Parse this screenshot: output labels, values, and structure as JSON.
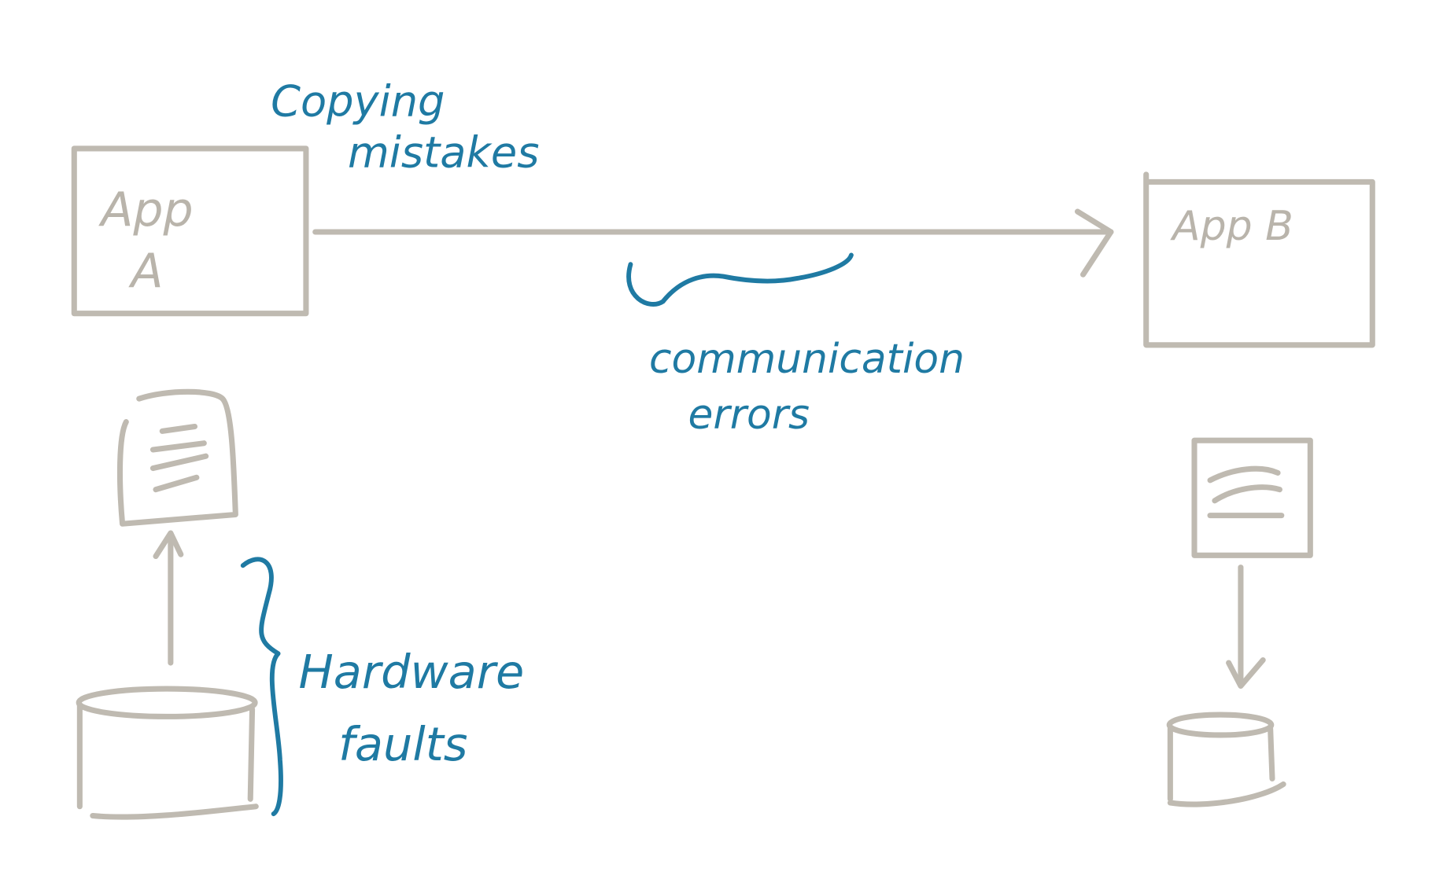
{
  "diagram": {
    "nodes": {
      "app_a": {
        "label": "App A"
      },
      "app_b": {
        "label": "App B"
      }
    },
    "annotations": {
      "copying": [
        "Copying",
        "mistakes"
      ],
      "communication": [
        "communication",
        "errors"
      ],
      "hardware": [
        "Hardware",
        "faults"
      ]
    },
    "colors": {
      "sketch": "#bfbab1",
      "annotation": "#1f7aa3"
    }
  }
}
